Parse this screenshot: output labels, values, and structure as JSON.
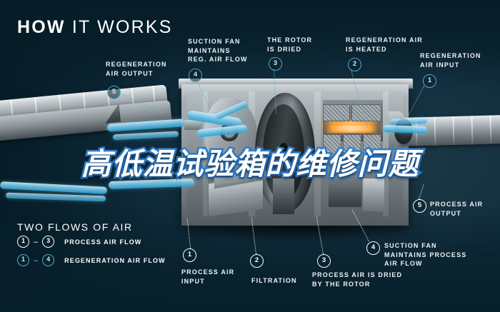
{
  "header": {
    "title_bold": "HOW",
    "title_light": "IT WORKS"
  },
  "overlay": {
    "headline_cn": "高低温试验箱的维修问题"
  },
  "callouts": [
    {
      "num": "5",
      "label": "REGENERATION\nAIR OUTPUT",
      "line1": "REGENERATION",
      "line2": "AIR OUTPUT",
      "line3": "",
      "style": "blue"
    },
    {
      "num": "4",
      "label": "SUCTION FAN MAINTAINS REG. AIR FLOW",
      "line1": "SUCTION FAN",
      "line2": "MAINTAINS",
      "line3": "REG. AIR FLOW",
      "style": "blue"
    },
    {
      "num": "3",
      "label": "THE ROTOR IS DRIED",
      "line1": "THE ROTOR",
      "line2": "IS DRIED",
      "line3": "",
      "style": "blue"
    },
    {
      "num": "2",
      "label": "REGENERATION AIR IS HEATED",
      "line1": "REGENERATION AIR",
      "line2": "IS HEATED",
      "line3": "",
      "style": "blue"
    },
    {
      "num": "1",
      "label": "REGENERATION AIR INPUT",
      "line1": "REGENERATION",
      "line2": "AIR INPUT",
      "line3": "",
      "style": "blue"
    },
    {
      "num": "5",
      "label": "PROCESS AIR OUTPUT",
      "line1": "PROCESS AIR",
      "line2": "OUTPUT",
      "line3": "",
      "style": "white"
    },
    {
      "num": "4",
      "label": "SUCTION FAN MAINTAINS PROCESS AIR FLOW",
      "line1": "SUCTION FAN",
      "line2": "MAINTAINS PROCESS",
      "line3": "AIR FLOW",
      "style": "white"
    },
    {
      "num": "1",
      "label": "PROCESS AIR INPUT",
      "line1": "PROCESS AIR",
      "line2": "INPUT",
      "line3": "",
      "style": "white"
    },
    {
      "num": "2",
      "label": "FILTRATION",
      "line1": "FILTRATION",
      "line2": "",
      "line3": "",
      "style": "white"
    },
    {
      "num": "3",
      "label": "PROCESS AIR IS DRIED BY THE ROTOR",
      "line1": "PROCESS AIR IS DRIED",
      "line2": "BY THE ROTOR",
      "line3": "",
      "style": "white"
    }
  ],
  "legend": {
    "title": "TWO FLOWS OF AIR",
    "rows": [
      {
        "from": "1",
        "dash": "–",
        "to": "3",
        "text": "PROCESS AIR FLOW",
        "style": "white"
      },
      {
        "from": "1",
        "dash": "–",
        "to": "4",
        "text": "REGENERATION AIR FLOW",
        "style": "blue"
      }
    ]
  },
  "colors": {
    "background": "#08232f",
    "accent_blue": "#53a9cf",
    "flow_blue": "#6fc2e6",
    "heater_orange": "#ff9a28",
    "outline_blue": "#2f7fd0",
    "text": "#eef4f7"
  }
}
